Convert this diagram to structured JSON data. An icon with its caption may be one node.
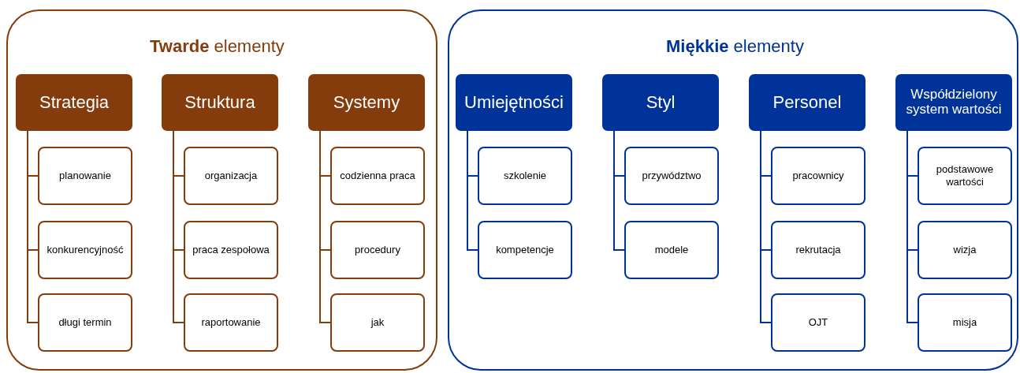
{
  "diagram": {
    "nodes": [
      {
        "text": [
          "**Twarde** elementy"
        ]
      },
      {
        "text": [
          "Strategia"
        ],
        "in": 0
      },
      {
        "text": [
          "planowanie"
        ],
        "in": 0
      },
      {
        "text": [
          "konkurencyjność"
        ],
        "in": 0
      },
      {
        "text": [
          "długi termin"
        ],
        "in": 0
      },
      {
        "text": [
          "Struktura"
        ],
        "in": 0
      },
      {
        "text": [
          "organizacja"
        ],
        "in": 0
      },
      {
        "text": [
          "praca zespołowa"
        ],
        "in": 0
      },
      {
        "text": [
          "raportowanie"
        ],
        "in": 0
      },
      {
        "text": [
          "Systemy"
        ],
        "in": 0
      },
      {
        "text": [
          "codzienna praca"
        ],
        "in": 0
      },
      {
        "text": [
          "procedury"
        ],
        "in": 0
      },
      {
        "text": [
          "jak"
        ],
        "in": 0
      },
      {
        "text": [
          "**Miękkie** elementy"
        ]
      },
      {
        "text": [
          "Umiejętności"
        ],
        "in": 13
      },
      {
        "text": [
          "szkolenie"
        ],
        "in": 13
      },
      {
        "text": [
          "kompetencje"
        ],
        "in": 13
      },
      {
        "text": [
          "Styl"
        ],
        "in": 13
      },
      {
        "text": [
          "przywództwo"
        ],
        "in": 13
      },
      {
        "text": [
          "modele"
        ],
        "in": 13
      },
      {
        "text": [
          "Personel"
        ],
        "in": 13
      },
      {
        "text": [
          "pracownicy"
        ],
        "in": 13
      },
      {
        "text": [
          "rekrutacja"
        ],
        "in": 13
      },
      {
        "text": [
          "OJT"
        ],
        "in": 13
      },
      {
        "text": [
          "Współdzielony system wartości"
        ],
        "in": 13
      },
      {
        "text": [
          "podstawowe wartości"
        ],
        "in": 13
      },
      {
        "text": [
          "wizja"
        ],
        "in": 13
      },
      {
        "text": [
          "misja"
        ],
        "in": 13
      }
    ],
    "edges": [
      {
        "from": 1,
        "to": 2,
        "arrow": "none",
        "color": "#843c0c"
      },
      {
        "from": 1,
        "to": 3,
        "arrow": "none",
        "color": "#843c0c"
      },
      {
        "from": 1,
        "to": 4,
        "arrow": "none",
        "color": "#843c0c"
      },
      {
        "from": 5,
        "to": 6,
        "arrow": "none",
        "color": "#843c0c"
      },
      {
        "from": 5,
        "to": 7,
        "arrow": "none",
        "color": "#843c0c"
      },
      {
        "from": 5,
        "to": 8,
        "arrow": "none",
        "color": "#843c0c"
      },
      {
        "from": 9,
        "to": 10,
        "arrow": "none",
        "color": "#843c0c"
      },
      {
        "from": 9,
        "to": 11,
        "arrow": "none",
        "color": "#843c0c"
      },
      {
        "from": 9,
        "to": 12,
        "arrow": "none",
        "color": "#843c0c"
      },
      {
        "from": 14,
        "to": 15,
        "arrow": "none"
      },
      {
        "from": 14,
        "to": 16,
        "arrow": "none"
      },
      {
        "from": 17,
        "to": 18,
        "arrow": "none"
      },
      {
        "from": 17,
        "to": 19,
        "arrow": "none"
      },
      {
        "from": 20,
        "to": 21,
        "arrow": "none"
      },
      {
        "from": 20,
        "to": 22,
        "arrow": "none"
      },
      {
        "from": 20,
        "to": 23,
        "arrow": "none"
      },
      {
        "from": 24,
        "to": 25,
        "arrow": "none"
      },
      {
        "from": 24,
        "to": 26,
        "arrow": "none"
      },
      {
        "from": 24,
        "to": 27,
        "arrow": "none"
      }
    ]
  }
}
